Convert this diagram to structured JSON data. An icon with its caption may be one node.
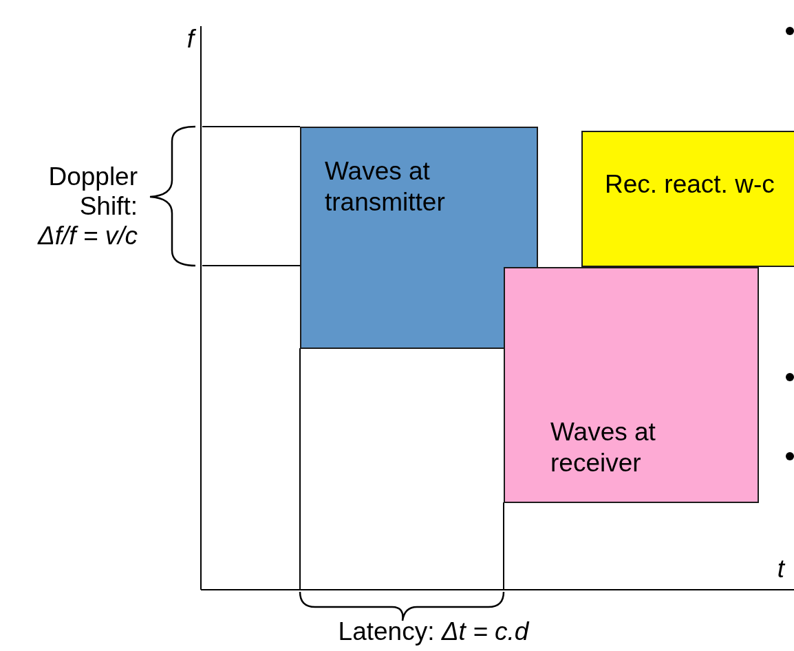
{
  "diagram": {
    "nodes": [
      {
        "text": [
          "Waves at transmitter"
        ]
      },
      {
        "text": [
          "Rec. react. w-c"
        ]
      },
      {
        "text": [
          "Waves at receiver"
        ]
      }
    ],
    "edges": [],
    "labels": [
      "f",
      "Doppler Shift: *Δf/f = v/c*",
      "t",
      "Latency: *Δt = c.d*"
    ]
  }
}
